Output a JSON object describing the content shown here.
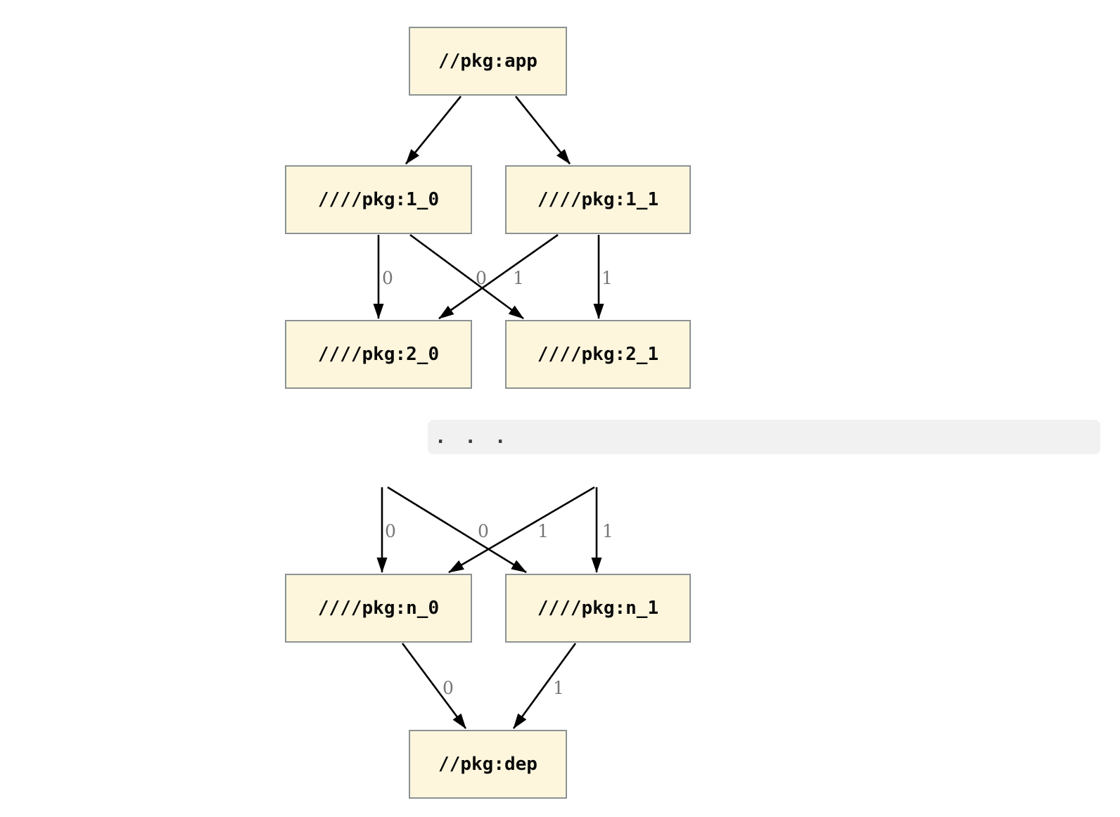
{
  "graph": {
    "type": "dependency-graph",
    "separator": ".  .  .",
    "nodes": [
      {
        "id": "app",
        "label": "//pkg:app"
      },
      {
        "id": "1_0",
        "label": "////pkg:1_0"
      },
      {
        "id": "1_1",
        "label": "////pkg:1_1"
      },
      {
        "id": "2_0",
        "label": "////pkg:2_0"
      },
      {
        "id": "2_1",
        "label": "////pkg:2_1"
      },
      {
        "id": "n_0",
        "label": "////pkg:n_0"
      },
      {
        "id": "n_1",
        "label": "////pkg:n_1"
      },
      {
        "id": "dep",
        "label": "//pkg:dep"
      }
    ],
    "edges": [
      {
        "from": "app",
        "to": "1_0",
        "label": ""
      },
      {
        "from": "app",
        "to": "1_1",
        "label": ""
      },
      {
        "from": "1_0",
        "to": "2_0",
        "label": "0"
      },
      {
        "from": "1_0",
        "to": "2_1",
        "label": "1"
      },
      {
        "from": "1_1",
        "to": "2_0",
        "label": "0"
      },
      {
        "from": "1_1",
        "to": "2_1",
        "label": "1"
      },
      {
        "from": "elided-left",
        "to": "n_0",
        "label": "0"
      },
      {
        "from": "elided-left",
        "to": "n_1",
        "label": "1"
      },
      {
        "from": "elided-right",
        "to": "n_0",
        "label": "0"
      },
      {
        "from": "elided-right",
        "to": "n_1",
        "label": "1"
      },
      {
        "from": "n_0",
        "to": "dep",
        "label": "0"
      },
      {
        "from": "n_1",
        "to": "dep",
        "label": "1"
      }
    ],
    "colors": {
      "node_fill": "#fdf6dd",
      "node_border": "#8c9292",
      "edge": "#000000",
      "edge_label": "#757575",
      "separator_bg": "#f1f1f1"
    }
  }
}
